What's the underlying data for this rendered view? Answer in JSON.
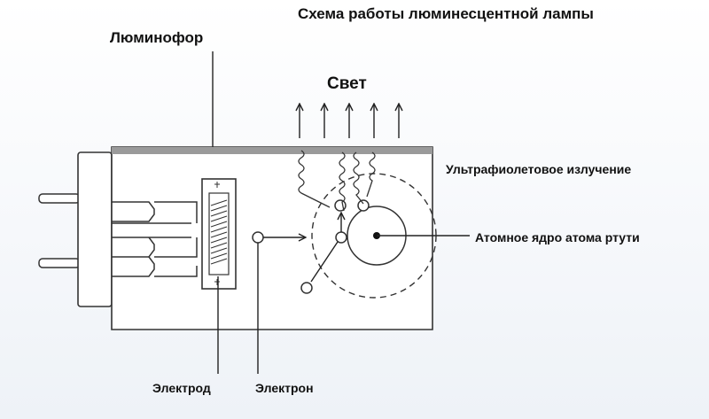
{
  "title": "Схема работы люминесцентной лампы",
  "labels": {
    "phosphor": "Люминофор",
    "light": "Свет",
    "uv": "Ультрафиолетовое излучение",
    "nucleus": "Атомное ядро атома ртути",
    "electrode": "Электрод",
    "electron": "Электрон"
  }
}
